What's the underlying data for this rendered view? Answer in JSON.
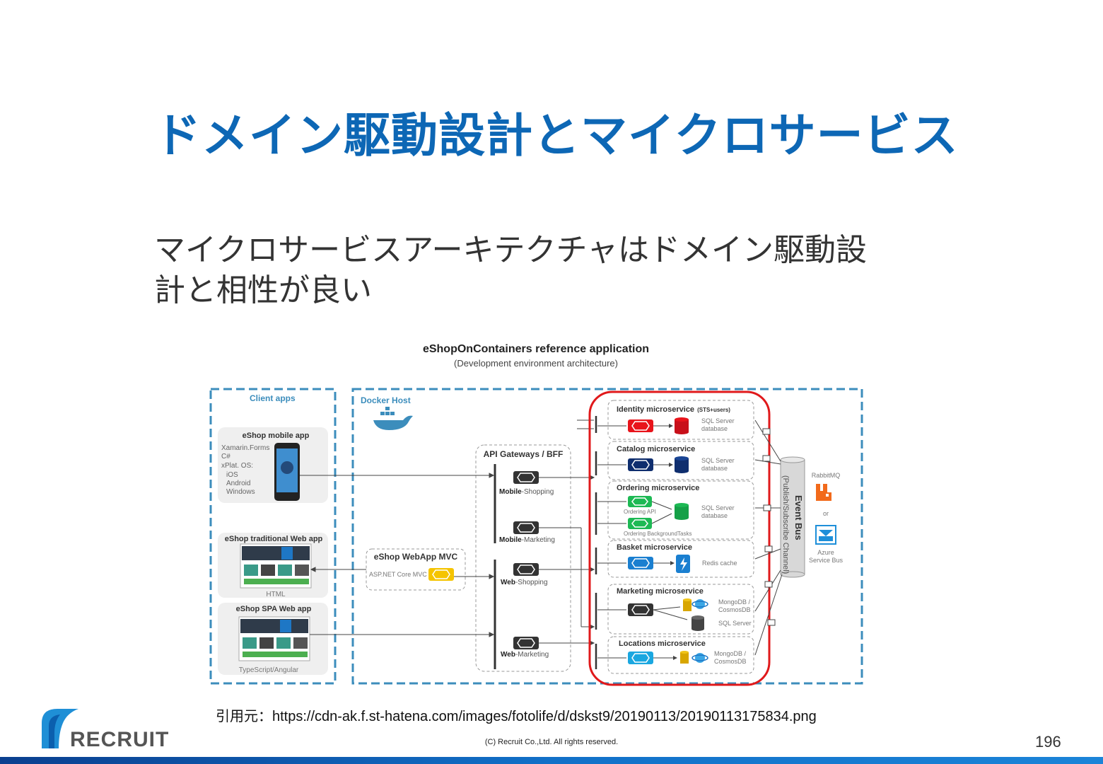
{
  "slide": {
    "title": "ドメイン駆動設計とマイクロサービス",
    "body_line1": "マイクロサービスアーキテクチャはドメイン駆動設",
    "body_line2": "計と相性が良い",
    "citation": "引用元：https://cdn-ak.f.st-hatena.com/images/fotolife/d/dskst9/20190113/20190113175834.png",
    "copyright": "(C) Recruit Co.,Ltd. All rights reserved.",
    "page_number": "196",
    "logo_text": "RECRUIT"
  },
  "diagram": {
    "title": "eShopOnContainers reference application",
    "subtitle": "(Development environment architecture)",
    "client_apps_label": "Client apps",
    "docker_host_label": "Docker Host",
    "mobile_app": {
      "title": "eShop mobile app",
      "lines": [
        "Xamarin.Forms",
        "C#",
        "xPlat. OS:",
        "iOS",
        "Android",
        "Windows"
      ]
    },
    "traditional_web": {
      "title": "eShop traditional Web app",
      "footer": "HTML"
    },
    "spa_web": {
      "title": "eShop SPA Web app",
      "footer": "TypeScript/Angular"
    },
    "webapp_mvc": {
      "title": "eShop WebApp MVC",
      "sub": "ASP.NET Core MVC"
    },
    "api_gateways": {
      "title": "API Gateways / BFF",
      "items": [
        {
          "bold": "Mobile",
          "rest": "-Shopping"
        },
        {
          "bold": "Mobile",
          "rest": "-Marketing"
        },
        {
          "bold": "Web",
          "rest": "-Shopping"
        },
        {
          "bold": "Web",
          "rest": "-Marketing"
        }
      ]
    },
    "microservices": {
      "identity": {
        "title": "Identity microservice",
        "suffix": "(STS+users)",
        "db1": "SQL Server",
        "db2": "database"
      },
      "catalog": {
        "title": "Catalog microservice",
        "db1": "SQL Server",
        "db2": "database"
      },
      "ordering": {
        "title": "Ordering microservice",
        "api": "Ordering API",
        "bg": "Ordering BackgroundTasks",
        "db1": "SQL Server",
        "db2": "database"
      },
      "basket": {
        "title": "Basket microservice",
        "db": "Redis cache"
      },
      "marketing": {
        "title": "Marketing microservice",
        "db1": "MongoDB /",
        "db2": "CosmosDB",
        "db3": "SQL Server"
      },
      "locations": {
        "title": "Locations microservice",
        "db1": "MongoDB /",
        "db2": "CosmosDB"
      }
    },
    "event_bus": {
      "title": "Event Bus",
      "sub": "(Publish/Subscribe Channel)"
    },
    "rabbitmq": "RabbitMQ",
    "or_label": "or",
    "azure_line1": "Azure",
    "azure_line2": "Service Bus"
  },
  "colors": {
    "title_blue": "#0d67b5",
    "dash_blue": "#3c8dbc",
    "highlight_red": "#e0191b",
    "identity_red": "#e8141b",
    "catalog_navy": "#0f2e6e",
    "ordering_green": "#1db954",
    "basket_blue": "#1a7fd0",
    "marketing_dark": "#333333",
    "locations_cyan": "#1aa7e0",
    "mvc_yellow": "#f5c400"
  }
}
